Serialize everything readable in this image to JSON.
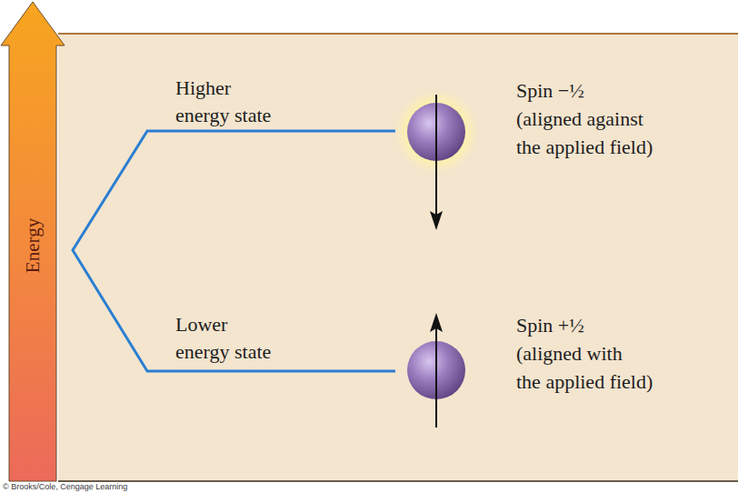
{
  "diagram": {
    "labels": [
      "Energy",
      "Higher energy state",
      "Spin −½ (aligned against the applied field)",
      "Lower energy state",
      "Spin +½ (aligned with the applied field)",
      "© Brooks/Cole, Cengage Learning"
    ]
  }
}
